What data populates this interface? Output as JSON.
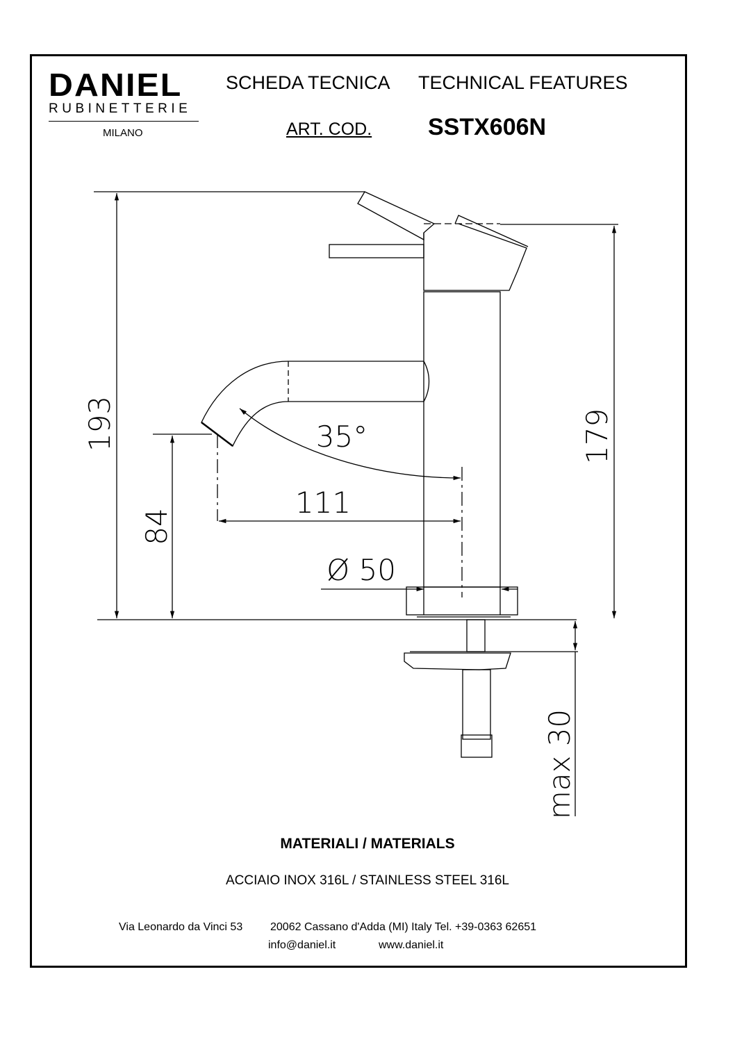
{
  "logo": {
    "brand": "DANIEL",
    "subtitle": "RUBINETTERIE",
    "city": "MILANO"
  },
  "header": {
    "title_it": "SCHEDA TECNICA",
    "title_en": "TECHNICAL FEATURES",
    "art_cod_label": "ART. COD.",
    "art_cod_value": "SSTX606N"
  },
  "drawing": {
    "dimensions": {
      "total_height": "193",
      "body_height": "179",
      "spout_height": "84",
      "spout_reach": "111",
      "spout_angle": "35°",
      "base_diameter": "Ø 50",
      "max_thickness": "max 30"
    }
  },
  "materials": {
    "heading": "MATERIALI / MATERIALS",
    "value": "ACCIAIO INOX 316L / STAINLESS STEEL 316L"
  },
  "footer": {
    "address": "Via Leonardo da Vinci 53",
    "city": "20062 Cassano d'Adda (MI) Italy Tel. +39-0363 62651",
    "email": "info@daniel.it",
    "website": "www.daniel.it"
  }
}
